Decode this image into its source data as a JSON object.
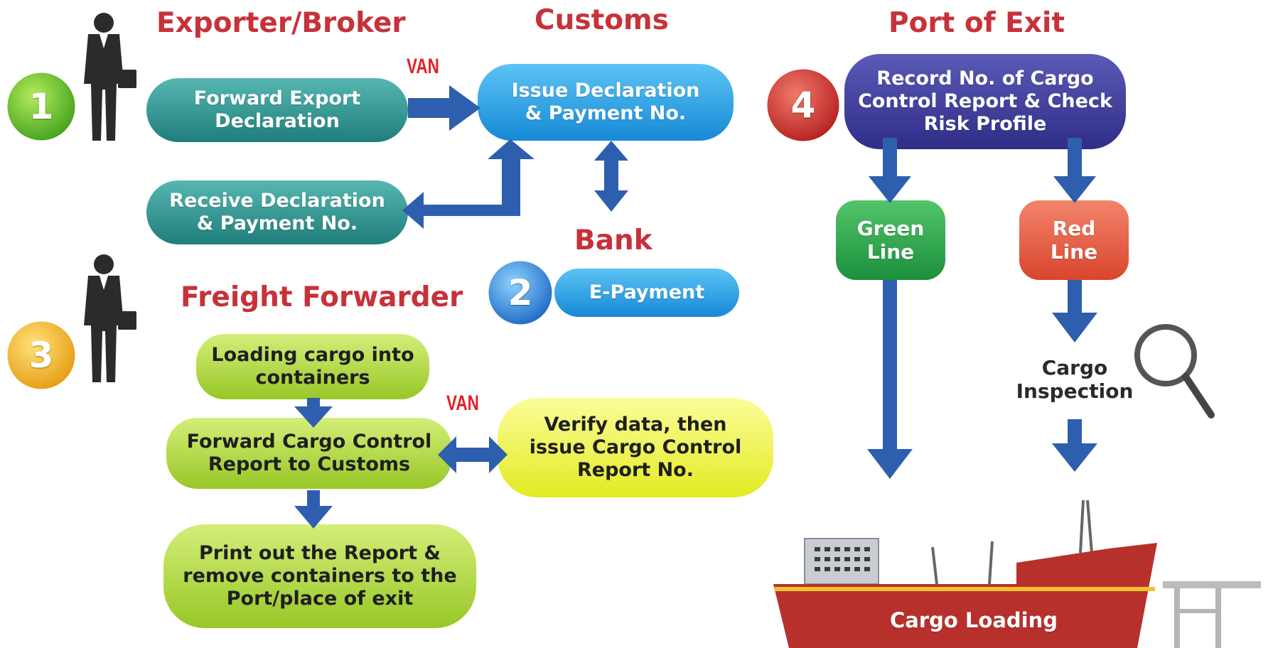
{
  "headers": {
    "exporter": "Exporter/Broker",
    "customs": "Customs",
    "port": "Port of Exit",
    "bank": "Bank",
    "freight": "Freight Forwarder"
  },
  "steps": {
    "one": "1",
    "two": "2",
    "three": "3",
    "four": "4"
  },
  "van_labels": {
    "top": "VAN",
    "mid": "VAN"
  },
  "nodes": {
    "forward_export": "Forward Export\nDeclaration",
    "issue_declaration": "Issue Declaration\n& Payment No.",
    "receive_declaration": "Receive Declaration\n& Payment No.",
    "e_payment": "E-Payment",
    "loading_cargo": "Loading cargo into\ncontainers",
    "forward_ccr": "Forward Cargo Control\nReport to Customs",
    "verify_data": "Verify data, then\nissue Cargo Control\nReport No.",
    "print_report": "Print out the Report &\nremove containers to the\nPort/place of exit",
    "record_no": "Record No. of Cargo\nControl Report & Check\nRisk Profile",
    "green_line": "Green\nLine",
    "red_line": "Red\nLine",
    "cargo_inspection": "Cargo\nInspection",
    "cargo_loading": "Cargo Loading"
  },
  "colors": {
    "header_red": "#c7323a",
    "teal": "#2f8f8b",
    "blue": "#2196e0",
    "navy": "#3c3a96",
    "lime": "#a9d233",
    "yellow": "#eef23a",
    "green": "#2aa24a",
    "red": "#e0563d",
    "arrow_blue": "#2e5fae",
    "ship_red": "#b8302c"
  }
}
